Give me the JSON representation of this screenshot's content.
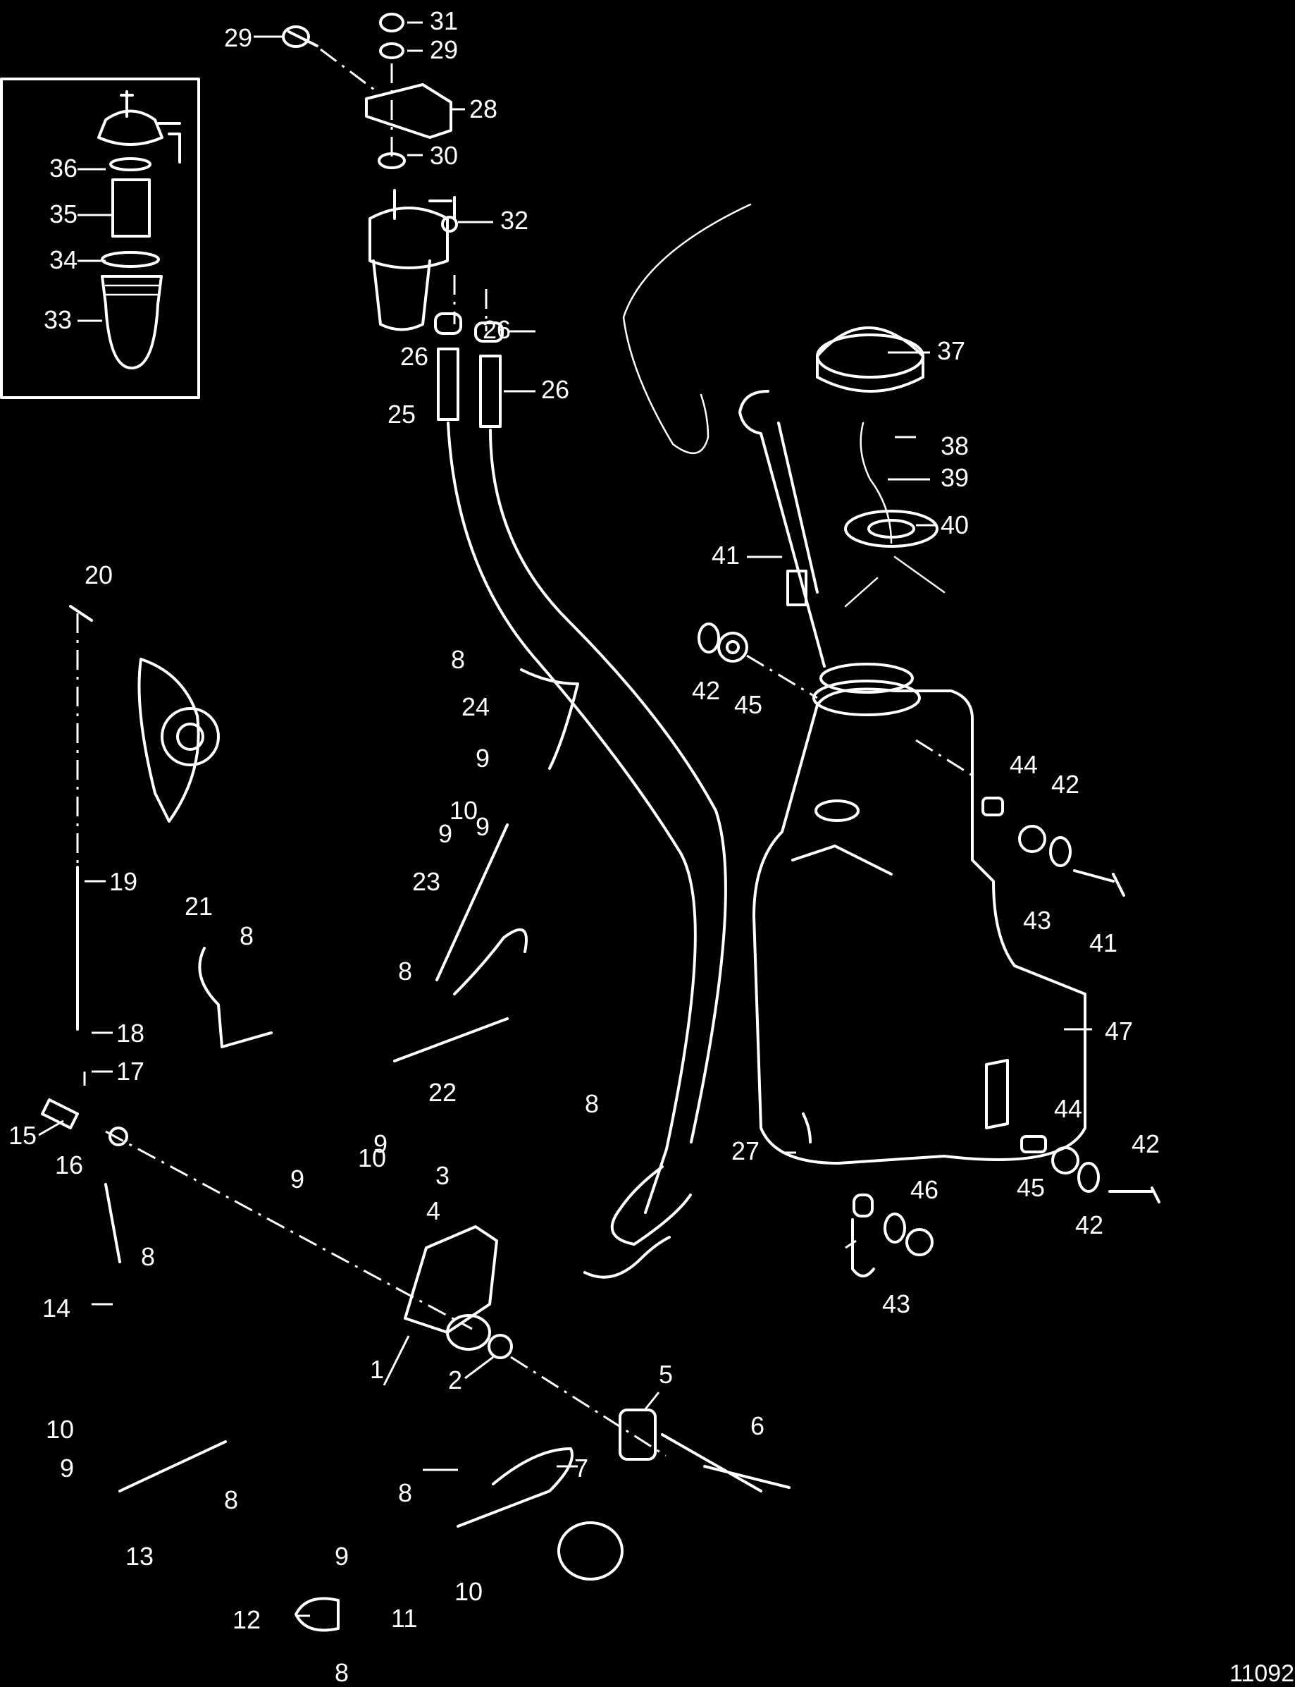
{
  "figure_number": "11092",
  "callouts": [
    {
      "n": "1"
    },
    {
      "n": "2"
    },
    {
      "n": "3"
    },
    {
      "n": "4"
    },
    {
      "n": "5"
    },
    {
      "n": "6"
    },
    {
      "n": "7"
    },
    {
      "n": "8"
    },
    {
      "n": "8"
    },
    {
      "n": "8"
    },
    {
      "n": "8"
    },
    {
      "n": "8"
    },
    {
      "n": "8"
    },
    {
      "n": "8"
    },
    {
      "n": "8"
    },
    {
      "n": "9"
    },
    {
      "n": "9"
    },
    {
      "n": "9"
    },
    {
      "n": "9"
    },
    {
      "n": "9"
    },
    {
      "n": "9"
    },
    {
      "n": "9"
    },
    {
      "n": "10"
    },
    {
      "n": "10"
    },
    {
      "n": "10"
    },
    {
      "n": "10"
    },
    {
      "n": "11"
    },
    {
      "n": "12"
    },
    {
      "n": "13"
    },
    {
      "n": "14"
    },
    {
      "n": "15"
    },
    {
      "n": "16"
    },
    {
      "n": "17"
    },
    {
      "n": "18"
    },
    {
      "n": "19"
    },
    {
      "n": "20"
    },
    {
      "n": "21"
    },
    {
      "n": "22"
    },
    {
      "n": "23"
    },
    {
      "n": "24"
    },
    {
      "n": "25"
    },
    {
      "n": "26"
    },
    {
      "n": "26"
    },
    {
      "n": "26"
    },
    {
      "n": "27"
    },
    {
      "n": "28"
    },
    {
      "n": "29"
    },
    {
      "n": "29"
    },
    {
      "n": "30"
    },
    {
      "n": "31"
    },
    {
      "n": "32"
    },
    {
      "n": "33"
    },
    {
      "n": "34"
    },
    {
      "n": "35"
    },
    {
      "n": "36"
    },
    {
      "n": "37"
    },
    {
      "n": "38"
    },
    {
      "n": "39"
    },
    {
      "n": "40"
    },
    {
      "n": "41"
    },
    {
      "n": "41"
    },
    {
      "n": "42"
    },
    {
      "n": "42"
    },
    {
      "n": "42"
    },
    {
      "n": "42"
    },
    {
      "n": "43"
    },
    {
      "n": "43"
    },
    {
      "n": "44"
    },
    {
      "n": "44"
    },
    {
      "n": "45"
    },
    {
      "n": "45"
    },
    {
      "n": "46"
    },
    {
      "n": "47"
    }
  ],
  "colors": {
    "background": "#000000",
    "ink": "#ffffff"
  }
}
